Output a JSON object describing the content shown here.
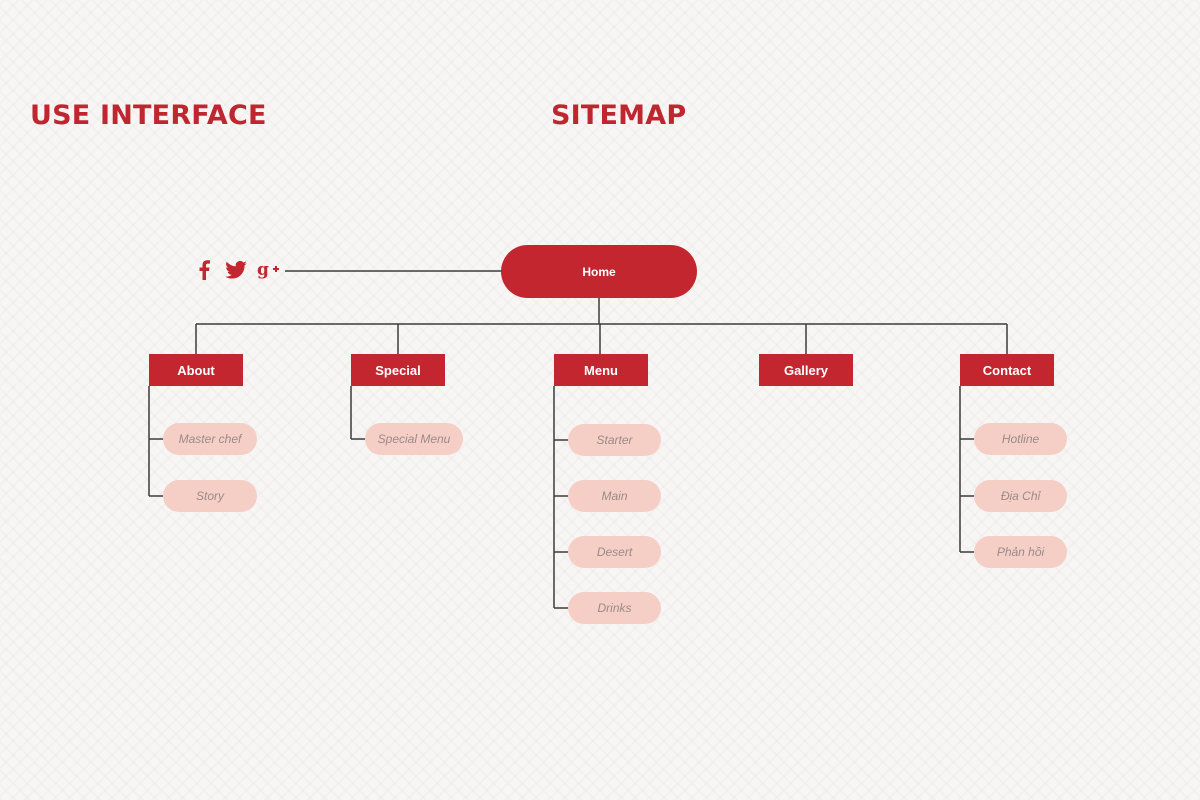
{
  "headings": {
    "left": "USE INTERFACE",
    "center": "SITEMAP"
  },
  "social": [
    {
      "name": "facebook-icon",
      "glyph": "f"
    },
    {
      "name": "twitter-icon",
      "glyph": "twitter"
    },
    {
      "name": "google-plus-icon",
      "glyph": "g+"
    }
  ],
  "home": "Home",
  "sections": [
    {
      "label": "About",
      "children": [
        "Master chef",
        "Story"
      ]
    },
    {
      "label": "Special",
      "children": [
        "Special Menu"
      ]
    },
    {
      "label": "Menu",
      "children": [
        "Starter",
        "Main",
        "Desert",
        "Drinks"
      ]
    },
    {
      "label": "Gallery",
      "children": []
    },
    {
      "label": "Contact",
      "children": [
        "Hotline",
        "Địa Chỉ",
        "Phản hồi"
      ]
    }
  ],
  "colors": {
    "primary": "#c3262f",
    "child": "#f5cfc6",
    "line": "#3c3c3c",
    "background": "#f8f6f5"
  }
}
